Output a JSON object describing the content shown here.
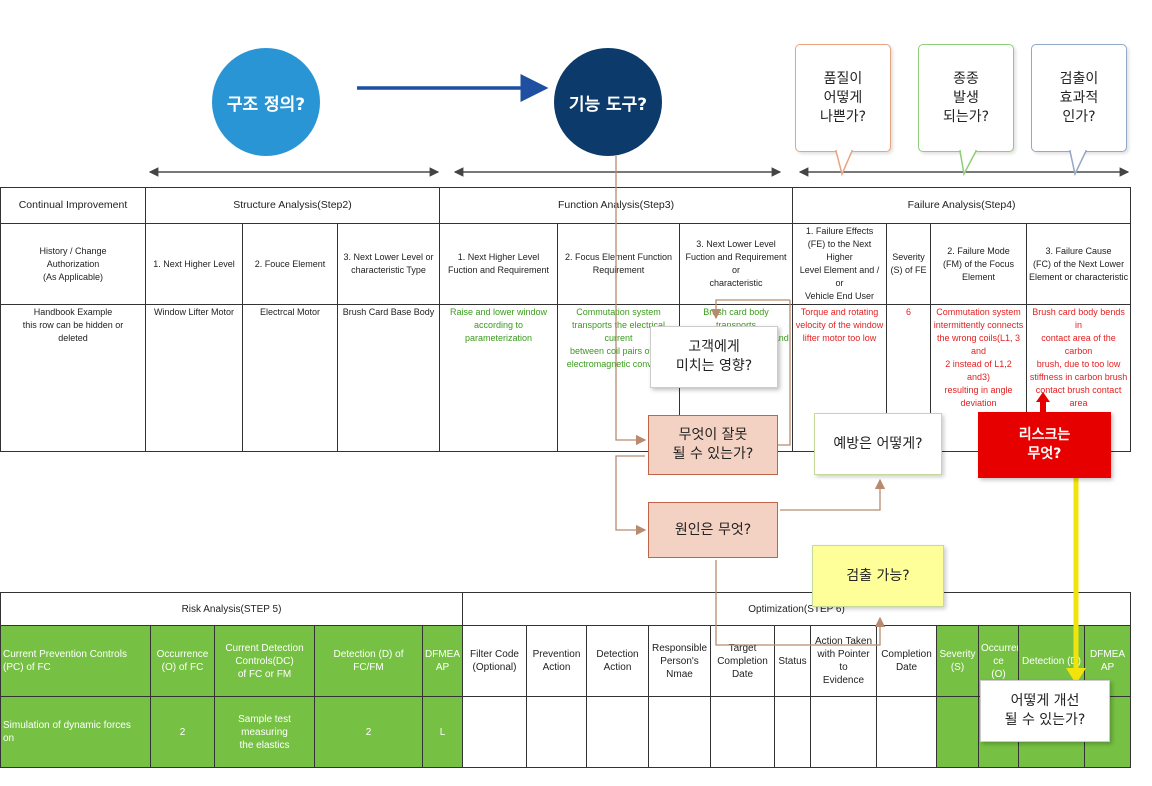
{
  "circles": {
    "structure": "구조 정의?",
    "function": "기능 도구?"
  },
  "questions": {
    "effect": "품질이\n어떻게\n나쁜가?",
    "occurrence": "종종\n발생\n되는가?",
    "detection": "검출이\n효과적\n인가?"
  },
  "top_table": {
    "headers": {
      "ci": "Continual Improvement",
      "structure": "Structure Analysis(Step2)",
      "function": "Function Analysis(Step3)",
      "failure": "Failure Analysis(Step4)"
    },
    "sub": [
      "History / Change\nAuthorization\n(As Applicable)",
      "1. Next Higher Level",
      "2. Fouce Element",
      "3. Next Lower Level or\ncharacteristic Type",
      "1. Next Higher Level\nFuction and Requirement",
      "2. Focus Element Function\nRequirement",
      "3. Next Lower Level\nFuction and Requirement or\ncharacteristic",
      "1. Failure Effects\n(FE) to the Next Higher\nLevel Element and / or\nVehicle End User",
      "Severity\n(S) of FE",
      "2. Failure Mode\n(FM) of the Focus\nElement",
      "3. Failure Cause\n(FC) of the Next Lower\nElement or characteristic"
    ],
    "body": [
      "Handbook Example\nthis row can be hidden or\ndeleted",
      "Window Lifter Motor",
      "Electrcal Motor",
      "Brush Card Base Body",
      "Raise and lower window\naccording to parameterization",
      "Commutation system\ntransports the electrical current\nbetween coil pairs of the\nelectromagnetic converter",
      "Brush card body transports\nforces between spring and\nbrush...",
      "Torque and rotating\nvelocity of the window\nlifter motor too low",
      "6",
      "Commutation system\nintermittently connects\nthe wrong coils(L1, 3 and\n2 instead of L1,2 and3)\nresulting in angle\ndeviation",
      "Brush card body bends in\ncontact area of the carbon\nbrush, due to too low\nstiffness in carbon brush\ncontact brush contact\narea"
    ]
  },
  "flow": {
    "customer": "고객에게\n미치는 영향?",
    "wrong": "무엇이 잘못\n될 수 있는가?",
    "prevent": "예방은 어떻게?",
    "risk": "리스크는\n무엇?",
    "cause": "원인은 무엇?",
    "detect": "검출 가능?",
    "improve": "어떻게 개선\n될 수 있는가?"
  },
  "bottom_table": {
    "risk_title": "Risk Analysis(STEP 5)",
    "opt_title": "Optimization(STEP 6)",
    "headers": [
      "Current Prevention Controls\n(PC) of FC",
      "Occurrence\n(O) of FC",
      "Current Detection\nControls(DC)\nof FC or FM",
      "Detection (D) of FC/FM",
      "DFMEA\nAP",
      "Filter Code\n(Optional)",
      "Prevention\nAction",
      "Detection\nAction",
      "Responsible\nPerson's Nmae",
      "Target\nCompletion\nDate",
      "Status",
      "Action Taken\nwith Pointer to\nEvidence",
      "Completion\nDate",
      "Severity\n(S)",
      "Occurren\nce\n(O)",
      "Detection (D)",
      "DFMEA\nAP"
    ],
    "data": [
      "Simulation of dynamic forces\non",
      "2",
      "Sample test measuring\nthe elastics",
      "2",
      "L"
    ]
  },
  "colors": {
    "green": "#76c143",
    "red": "#e60000",
    "orange": "#f3d2c3",
    "yellow": "#ffff99",
    "lightgreen": "#eef7e4"
  }
}
